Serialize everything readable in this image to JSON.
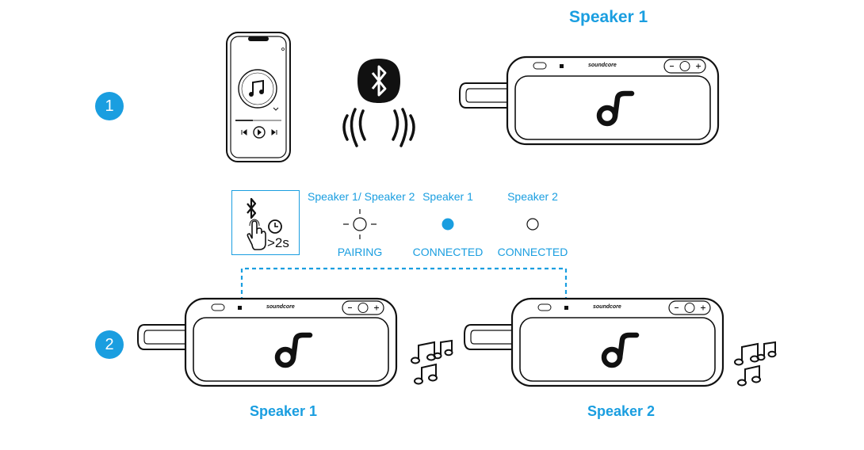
{
  "step_badges": [
    "1",
    "2"
  ],
  "speaker_titles": {
    "top": "Speaker 1",
    "bottom_left": "Speaker 1",
    "bottom_right": "Speaker 2"
  },
  "brand_label": "soundcore",
  "instruction": {
    "duration": ">2s",
    "icons": [
      "bluetooth-icon",
      "press-hand-icon",
      "clock-icon"
    ]
  },
  "led_states": [
    {
      "header": "Speaker 1/ Speaker 2",
      "indicator": "blinking-white",
      "status": "PAIRING"
    },
    {
      "header": "Speaker 1",
      "indicator": "solid-blue",
      "status": "CONNECTED"
    },
    {
      "header": "Speaker 2",
      "indicator": "solid-white",
      "status": "CONNECTED"
    }
  ],
  "colors": {
    "accent": "#1a9ee0",
    "line": "#111111"
  }
}
